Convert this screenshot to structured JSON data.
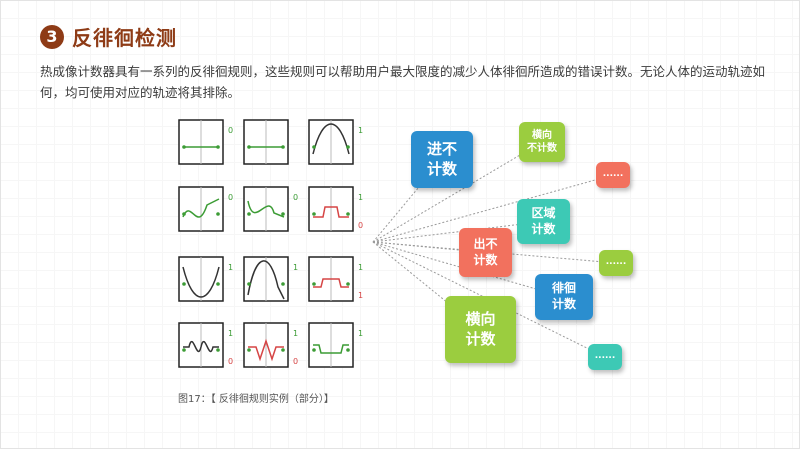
{
  "header": {
    "number": "3",
    "title": "反徘徊检测",
    "description": "热成像计数器具有一系列的反徘徊规则，这些规则可以帮助用户最大限度的减少人体徘徊所造成的错误计数。无论人体的运动轨迹如何，均可使用对应的轨迹将其排除。"
  },
  "figure": {
    "caption": "图17：【 反徘徊规则实例（部分）】",
    "panels": [
      {
        "label": "0"
      },
      {
        "label": ""
      },
      {
        "label": "1"
      },
      {
        "label": "0"
      },
      {
        "label": "0"
      },
      {
        "label": "1",
        "label2": "0"
      },
      {
        "label": "1"
      },
      {
        "label": "1"
      },
      {
        "label": "1",
        "label2": "1"
      },
      {
        "label": "1",
        "label2": "0"
      },
      {
        "label": "1",
        "label2": "0"
      },
      {
        "label": "1"
      }
    ]
  },
  "categories": [
    {
      "label": "进不\n计数",
      "color": "#2b8ecf"
    },
    {
      "label": "横向\n不计数",
      "color": "#9bcd3f"
    },
    {
      "label": "......",
      "color": "#f2715e"
    },
    {
      "label": "区域\n计数",
      "color": "#3dc9b5"
    },
    {
      "label": "出不\n计数",
      "color": "#f2715e"
    },
    {
      "label": "......",
      "color": "#9bcd3f"
    },
    {
      "label": "徘徊\n计数",
      "color": "#2b8ecf"
    },
    {
      "label": "横向\n计数",
      "color": "#9bcd3f"
    },
    {
      "label": "......",
      "color": "#3dc9b5"
    }
  ],
  "colors": {
    "accent": "#8e3b16",
    "path": "#3c9c35",
    "red": "#d64545"
  }
}
